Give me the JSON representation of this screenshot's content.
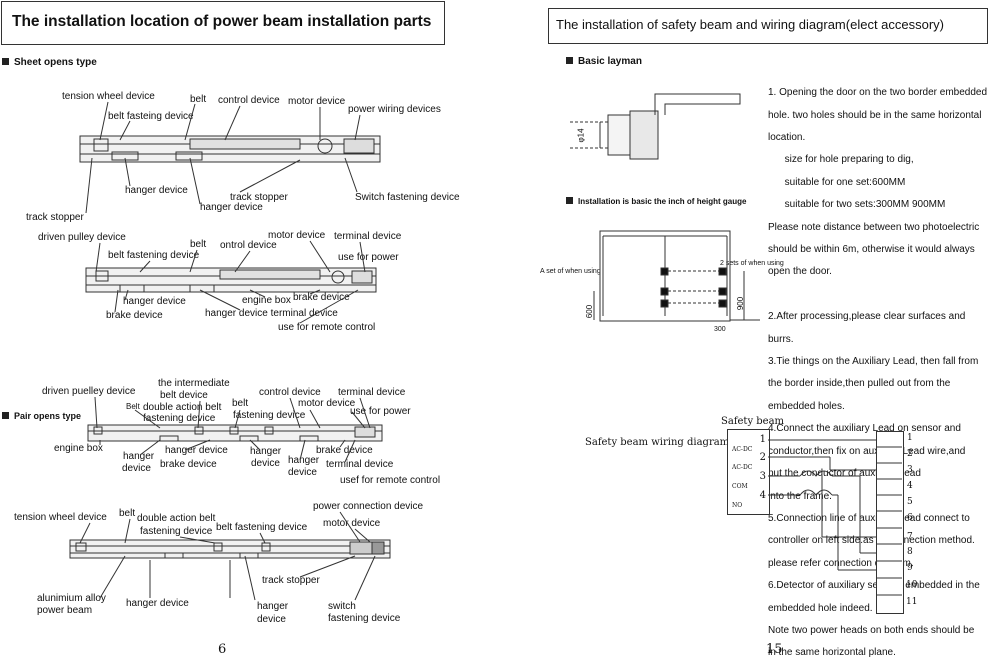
{
  "left_page": {
    "title": "The installation location of power beam installation parts",
    "page_number": "6",
    "sheet": {
      "heading": "Sheet opens type",
      "diagram1_labels": [
        "tension wheel device",
        "belt",
        "control device",
        "motor device",
        "power wiring devices",
        "belt fasteing device",
        "hanger device",
        "track stopper",
        "hanger device",
        "Switch fastening device",
        "track stopper"
      ],
      "diagram2_labels": [
        "driven pulley device",
        "belt",
        "ontrol device",
        "motor device",
        "terminal device",
        "belt fastening device",
        "use for power",
        "hanger device",
        "engine box",
        "brake device",
        "brake device",
        "hanger device terminal device",
        "use for remote control"
      ]
    },
    "pair": {
      "heading": "Pair opens type",
      "diagram3_labels": [
        "driven puelley device",
        "the intermediate",
        "belt device",
        "control device",
        "terminal device",
        "Belt",
        "double action belt",
        "belt",
        "motor device",
        "fastening device",
        "fastening device",
        "use for power",
        "engine box",
        "hanger",
        "device",
        "hanger device",
        "brake device",
        "hanger",
        "device",
        "hanger",
        "device",
        "brake device",
        "terminal device",
        "usef for remote control"
      ],
      "diagram4_labels": [
        "tension wheel device",
        "belt",
        "double action belt",
        "fastening device",
        "belt fastening device",
        "power connection device",
        "motor device",
        "track stopper",
        "alunimium alloy",
        "power beam",
        "hanger device",
        "hanger",
        "device",
        "switch",
        "fastening device"
      ]
    }
  },
  "right_page": {
    "title": "The installation of safety beam and wiring diagram(elect accessory)",
    "page_number": "15",
    "basic_heading": "Basic layman",
    "dim_phi": "φ14",
    "gauge_heading": "Installation is basic the inch of height gauge",
    "gauge_left_label": "A set of when using",
    "gauge_right_label": "2 sets of when using",
    "dim_600": "600",
    "dim_900": "900",
    "dim_300": "300",
    "instructions": [
      "1. Opening the door on the two border embedded",
      "hole. two holes should be in the same horizontal",
      "location.",
      "      size for hole preparing to dig,",
      "      suitable for one set:600MM",
      "      suitable for two sets:300MM 900MM",
      "Please note distance between two photoelectric",
      "should be within 6m, otherwise it would always",
      "open the door.",
      "",
      "2.After processing,please clear surfaces and",
      "burrs.",
      "3.Tie things on the Auxiliary Lead, then fall from",
      "the border inside,then pulled out from the",
      "embedded holes.",
      "4.Connect the auxiliary Lead on sensor and",
      "conductor,then fix on auxiliary Lead wire,and",
      "put the  conductor of auxiliary Lead",
      " into the frame.",
      "5.Connection line of auxiliary Lead connect to",
      " controller on left side.as to connection method.",
      "please refer connection diagram.",
      "6.Detector of auxiliary sensors embedded in the",
      "embedded hole indeed.",
      "Note two power heads on both ends should be",
      " in the same horizontal plane."
    ],
    "wiring_label": "Safety beam wiring diagram",
    "safety_beam_label": "Safety beam",
    "sensor_terminals": [
      {
        "name": "AC-DC",
        "num": "1"
      },
      {
        "name": "AC-DC",
        "num": "2"
      },
      {
        "name": "COM",
        "num": "3"
      },
      {
        "name": "NO",
        "num": "4"
      }
    ],
    "controller_terminals": [
      "1",
      "2",
      "3",
      "4",
      "5",
      "6",
      "7",
      "8",
      "9",
      "10",
      "11"
    ]
  },
  "colors": {
    "ink": "#111111",
    "line": "#333333",
    "beam": "#e8e8e8"
  }
}
